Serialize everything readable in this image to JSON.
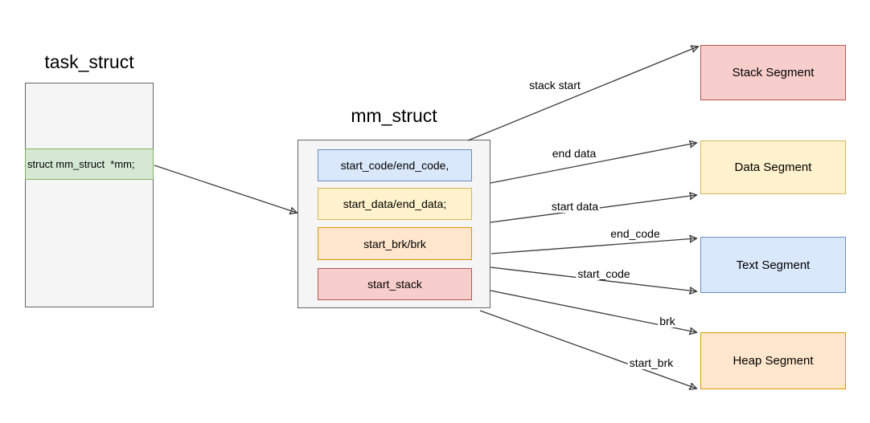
{
  "task_struct": {
    "title": "task_struct",
    "pointer_field": "struct mm_struct  *mm;"
  },
  "mm_struct": {
    "title": "mm_struct",
    "fields": [
      {
        "label": "start_code/end_code,",
        "color": "blue"
      },
      {
        "label": "start_data/end_data;",
        "color": "yellow"
      },
      {
        "label": "start_brk/brk",
        "color": "orange"
      },
      {
        "label": "start_stack",
        "color": "red"
      }
    ]
  },
  "segments": [
    {
      "label": "Stack Segment",
      "color": "red"
    },
    {
      "label": "Data Segment",
      "color": "yellow"
    },
    {
      "label": "Text Segment",
      "color": "blue"
    },
    {
      "label": "Heap Segment",
      "color": "orange"
    }
  ],
  "arrow_labels": [
    {
      "label": "stack start"
    },
    {
      "label": "end data"
    },
    {
      "label": "start data"
    },
    {
      "label": "end_code"
    },
    {
      "label": "start_code"
    },
    {
      "label": "brk"
    },
    {
      "label": "start_brk"
    }
  ],
  "palette": {
    "canvas_bg": "#ffffff",
    "container_fill": "#f5f5f5",
    "container_stroke": "#666666",
    "green_fill": "#d5e8d4",
    "green_stroke": "#82b366",
    "blue_fill": "#dae8fc",
    "blue_stroke": "#6c8ebf",
    "yellow_fill": "#fff2cc",
    "yellow_stroke": "#d6b656",
    "orange_fill": "#ffe6cc",
    "orange_stroke": "#d79b00",
    "red_fill": "#f8cecc",
    "red_stroke": "#b85450",
    "arrow_color": "#3b3b3b",
    "text_color": "#000000"
  }
}
